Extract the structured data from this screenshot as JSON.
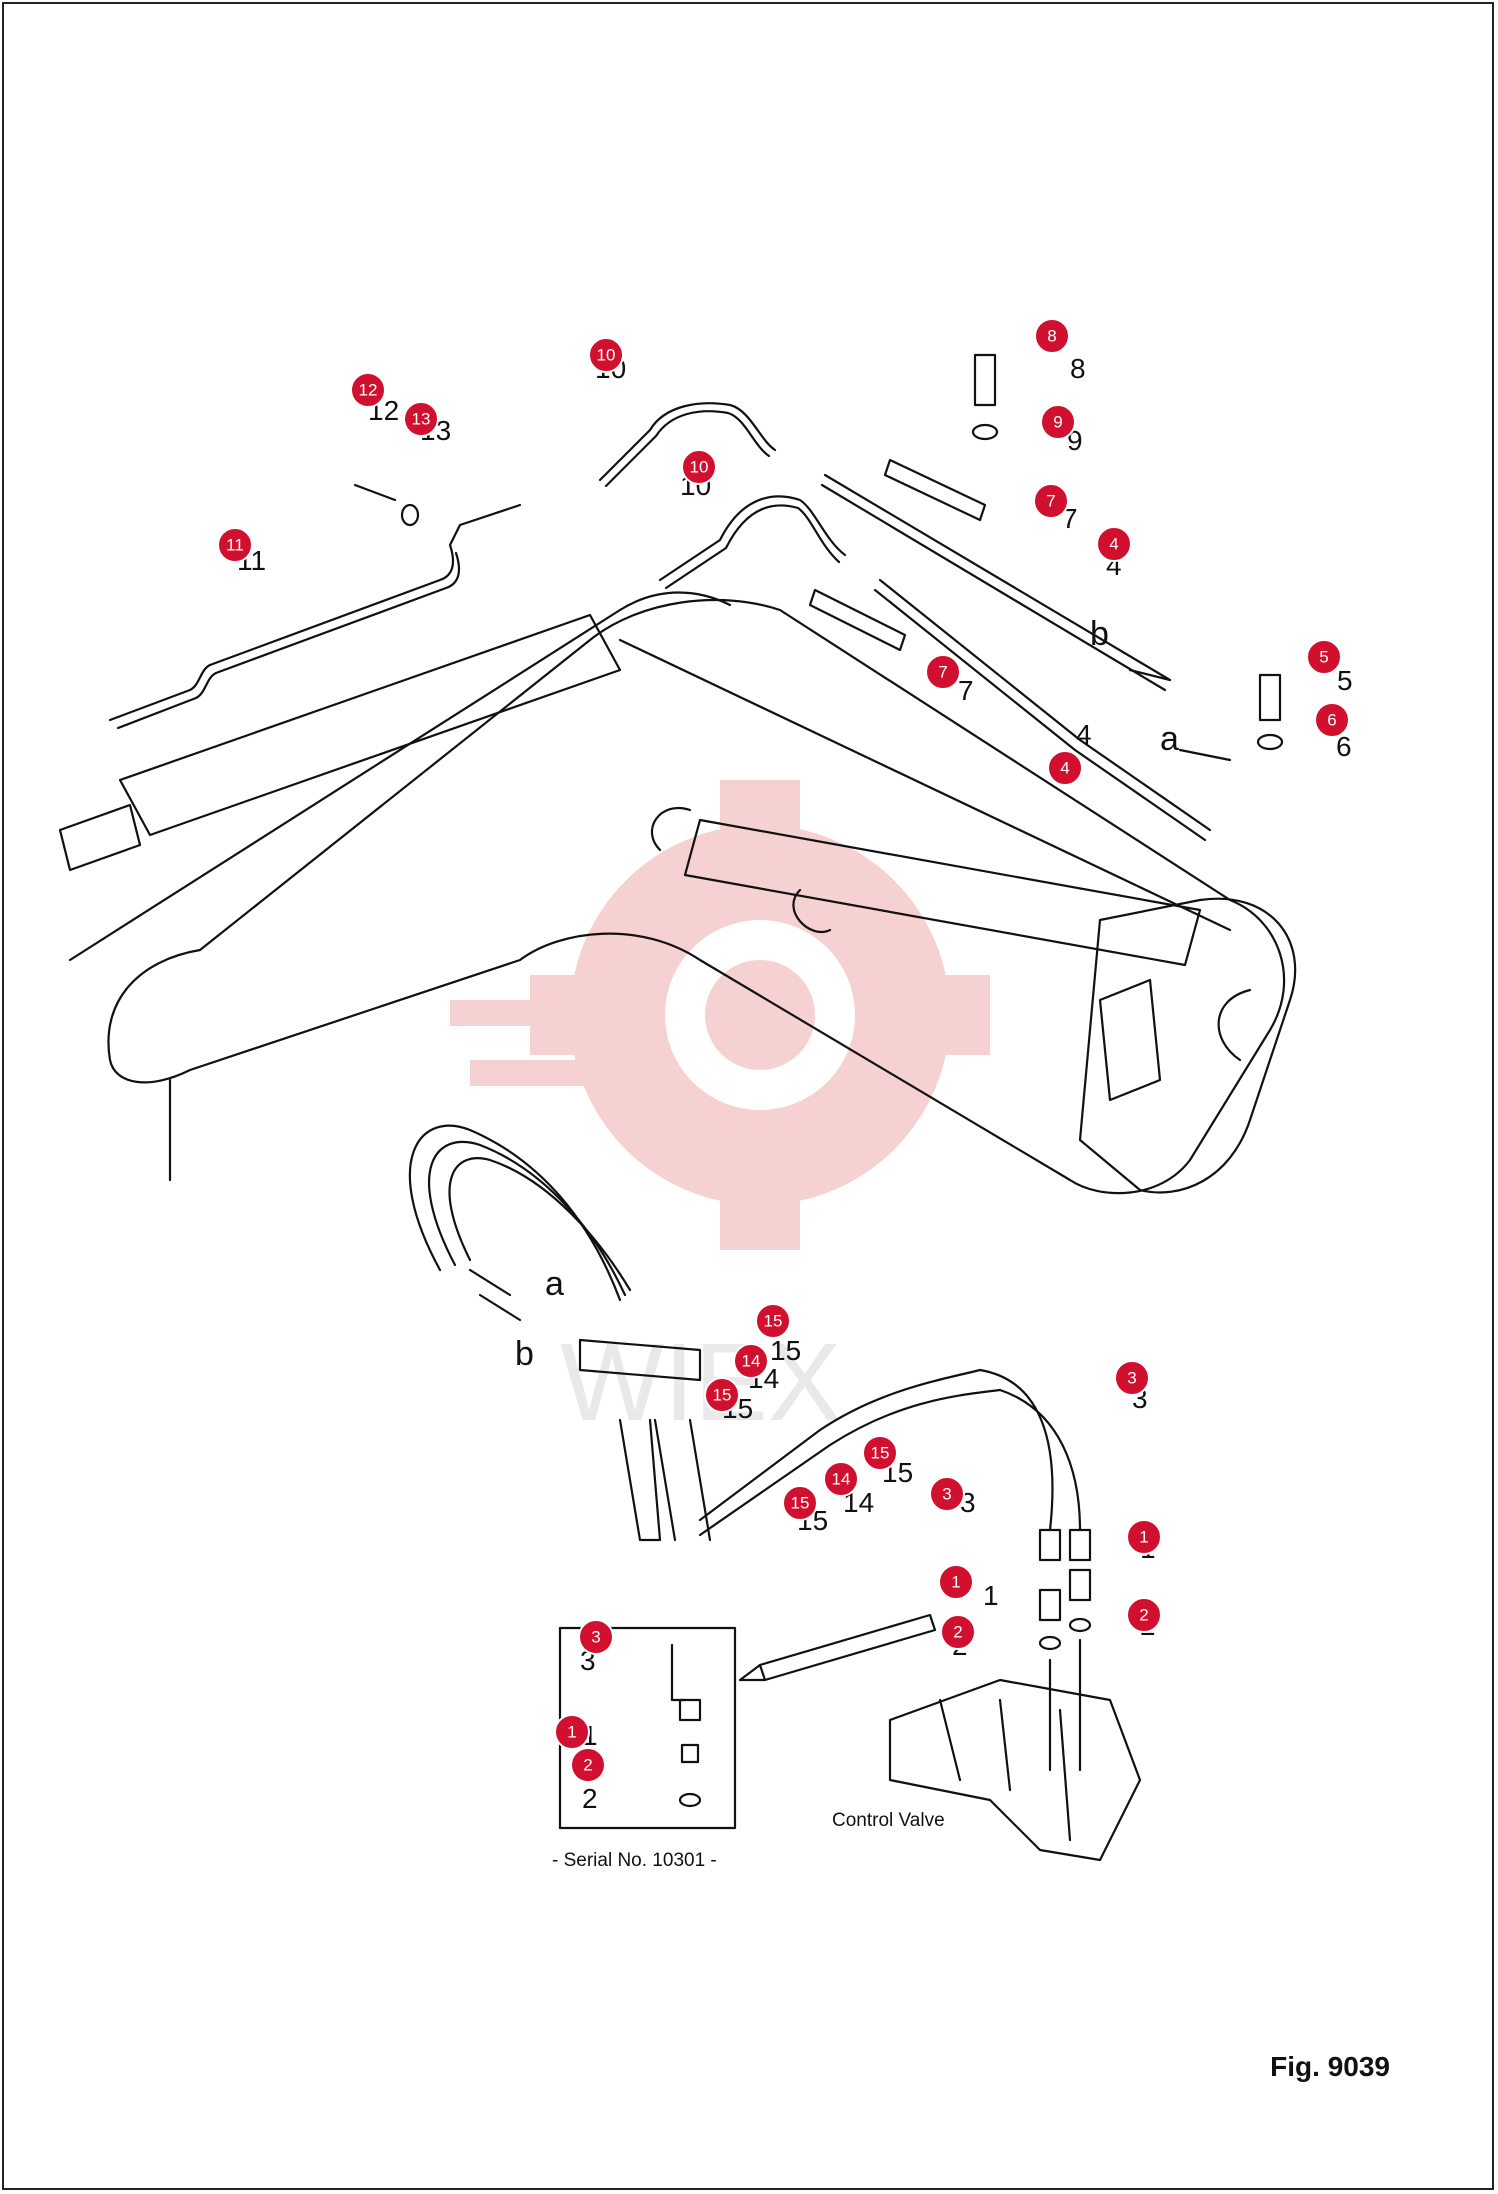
{
  "figure": {
    "label": "Fig. 9039"
  },
  "captions": {
    "control_valve": "Control Valve",
    "serial": "- Serial No. 10301 -"
  },
  "view_letters": {
    "a_top": "a",
    "b_top": "b",
    "a_bottom": "a",
    "b_bottom": "b"
  },
  "callouts": [
    {
      "id": "c8",
      "number": "8"
    },
    {
      "id": "c10a",
      "number": "10"
    },
    {
      "id": "c12",
      "number": "12"
    },
    {
      "id": "c13",
      "number": "13"
    },
    {
      "id": "c9",
      "number": "9"
    },
    {
      "id": "c10b",
      "number": "10"
    },
    {
      "id": "c7a",
      "number": "7"
    },
    {
      "id": "c11",
      "number": "11"
    },
    {
      "id": "c4a",
      "number": "4"
    },
    {
      "id": "c5",
      "number": "5"
    },
    {
      "id": "c7b",
      "number": "7"
    },
    {
      "id": "c6",
      "number": "6"
    },
    {
      "id": "c4b",
      "number": "4"
    },
    {
      "id": "c15a",
      "number": "15"
    },
    {
      "id": "c14a",
      "number": "14"
    },
    {
      "id": "c3a",
      "number": "3"
    },
    {
      "id": "c15b",
      "number": "15"
    },
    {
      "id": "c15c",
      "number": "15"
    },
    {
      "id": "c3b",
      "number": "3"
    },
    {
      "id": "c14b",
      "number": "14"
    },
    {
      "id": "c15d",
      "number": "15"
    },
    {
      "id": "c1a",
      "number": "1"
    },
    {
      "id": "c1b",
      "number": "1"
    },
    {
      "id": "c2a",
      "number": "2"
    },
    {
      "id": "c2b",
      "number": "2"
    },
    {
      "id": "c3c",
      "number": "3"
    },
    {
      "id": "c1c",
      "number": "1"
    },
    {
      "id": "c2c",
      "number": "2"
    }
  ],
  "hand_numbers": [
    "8",
    "10",
    "12",
    "13",
    "9",
    "10",
    "7",
    "11",
    "4",
    "5",
    "7",
    "6",
    "4",
    "15",
    "3",
    "3",
    "15",
    "15",
    "14",
    "15",
    "14",
    "1",
    "1",
    "2",
    "2",
    "3",
    "1",
    "2"
  ],
  "colors": {
    "callout": "#d0102e",
    "line": "#111111",
    "watermark": "#f3c2c2"
  }
}
